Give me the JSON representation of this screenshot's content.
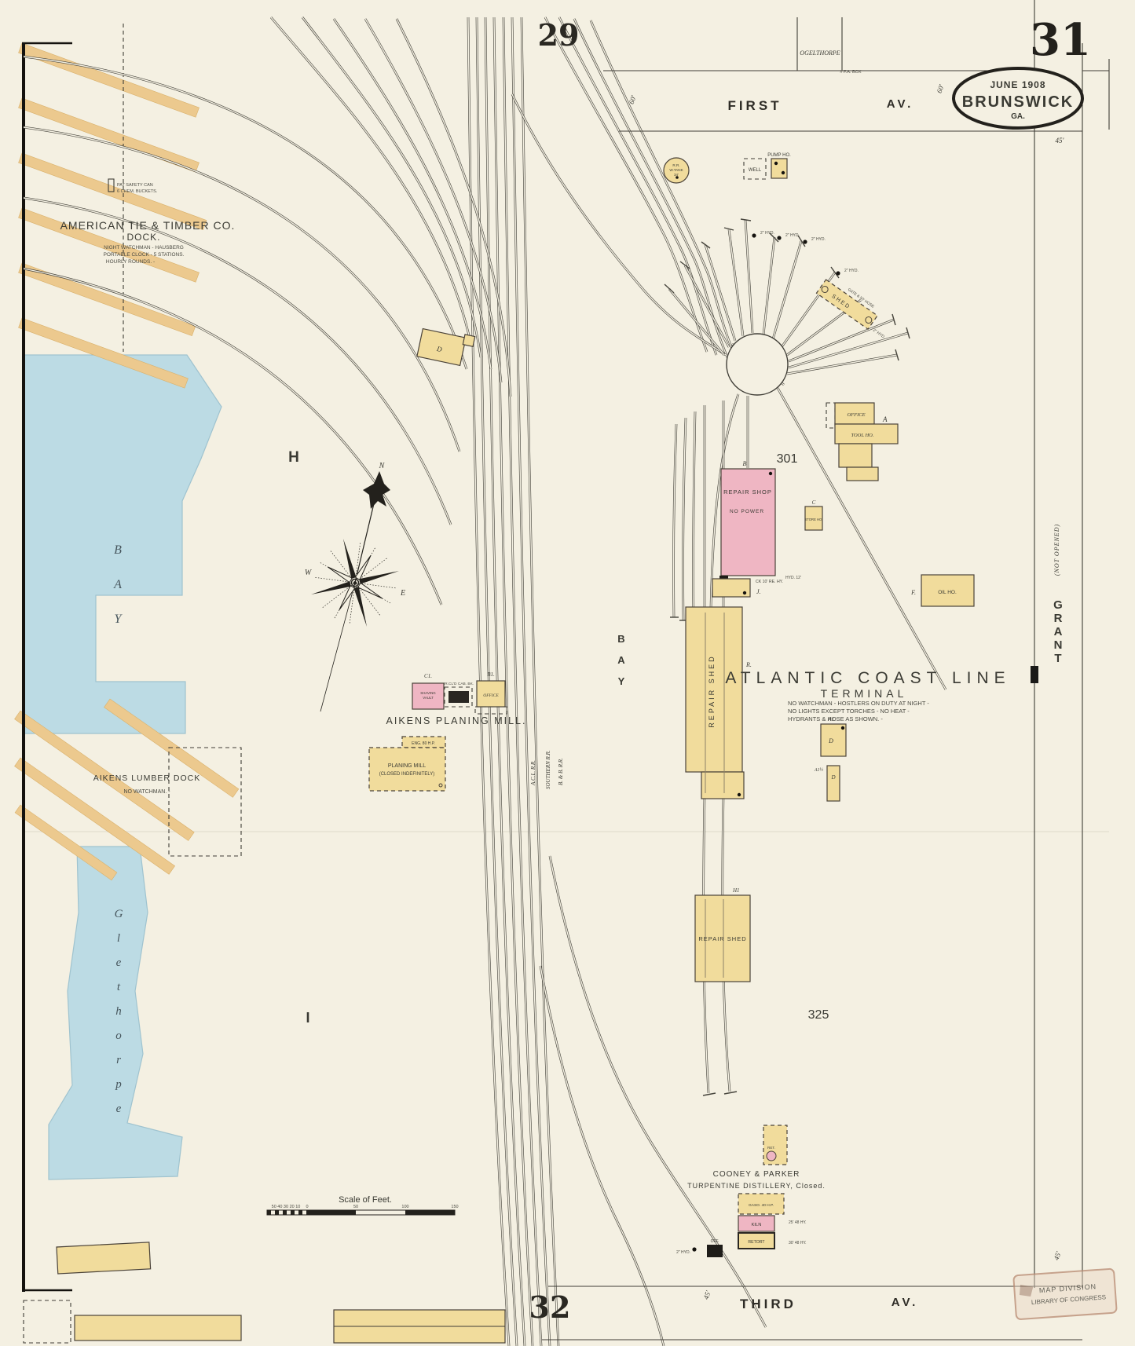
{
  "colors": {
    "paper": "#f4f0e2",
    "water": "#bcdbe4",
    "building_yellow": "#f1dc9c",
    "building_pink": "#efb6c3",
    "stripe_tan": "#ecc98e",
    "ink": "#3a3a33"
  },
  "sheet": {
    "number": "31",
    "prev_sheet": "29",
    "next_sheet": "32",
    "date": "JUNE 1908",
    "city": "BRUNSWICK",
    "state": "GA."
  },
  "streets": {
    "first": "FIRST",
    "first_av": "AV.",
    "third": "THIRD",
    "third_av": "AV.",
    "ogelthorpe": "OGELTHORPE",
    "grant": "GRANT",
    "grant_note": "(NOT OPENED)",
    "bay": "BAY",
    "fa_box": "# F.A. BOX",
    "w60": "60'",
    "w45": "45'"
  },
  "water": {
    "bay": "BAY",
    "creek": "Glethorpe"
  },
  "blocks": {
    "h": "H",
    "i": "I",
    "n301": "301",
    "n325": "325"
  },
  "american_tie": {
    "name": "AMERICAN TIE & TIMBER CO.",
    "name2": "DOCK.",
    "note1": "NIGHT WATCHMAN - HAUSBERG",
    "note2": "PORTABLE CLOCK - 5 STATIONS.",
    "note3": "HOURLY ROUNDS. -",
    "safety1": "PAT SAFETY CAN",
    "safety2": "6 CHEM. BUCKETS."
  },
  "aikens": {
    "lumber_dock": "AIKENS LUMBER DOCK",
    "lumber_note": "NO WATCHMAN. -",
    "planing_mill": "AIKENS PLANING MILL.",
    "c1": "C1.",
    "vault1": "SHAVING",
    "vault2": "VAULT",
    "cab": "IR.CL'D CAB. BK.",
    "b1": "B1.",
    "office": "OFFICE",
    "eng": "ENG. 80 H.P.",
    "mill": "PLANING MILL",
    "mill_closed": "(CLOSED INDEFINITELY)",
    "d": "D"
  },
  "acl": {
    "title": "ATLANTIC COAST LINE",
    "subtitle": "TERMINAL",
    "note1": "NO WATCHMAN - HOSTLERS ON DUTY AT NIGHT -",
    "note2": "NO LIGHTS EXCEPT TORCHES - NO HEAT -",
    "note3": "HYDRANTS & HOSE AS SHOWN. -",
    "office": "OFFICE",
    "tool_ho": "TOOL HO.",
    "a": "A",
    "repair_shop": "REPAIR SHOP",
    "no_power": "NO POWER",
    "b": "B",
    "c": "C",
    "store_ho": "STORE HO.",
    "ck_note": "CK 10' RE. HY.",
    "hyd_note": "HYD. 12'",
    "j": "J.",
    "f": "F.",
    "oil_ho": "OIL HO.",
    "repair_shed": "REPAIR SHED",
    "r": "R.",
    "a1": "A1",
    "a1_half": "A1½",
    "d": "D",
    "h1": "H1",
    "well": "WELL",
    "pump_ho": "PUMP HO.",
    "wtank_l1": "R.R.",
    "wtank_l2": "W.TANK",
    "wtank_l3": "34'",
    "shed": "SHED",
    "gate_note": "GATE & 50' HOSE",
    "hyd2": "2\" HYD."
  },
  "cooney": {
    "name": "COONEY & PARKER",
    "name2": "TURPENTINE DISTILLERY,  Closed.",
    "ret": "RET.",
    "gaso": "GASO. 40 H.P.",
    "kiln": "KILN",
    "retort": "RETORT",
    "off": "OFF.",
    "hy25": "25' 48 HY.",
    "hy30": "30' 48 HY."
  },
  "railroads": {
    "r1": "A.C.L. R.R.",
    "r2": "SOUTHERN R.R.",
    "r3": "B. & B. R.R."
  },
  "compass": {
    "n": "N",
    "w": "W",
    "e": "E"
  },
  "scale_bar": {
    "title": "Scale of Feet.",
    "minor": "50 40 30 20 10",
    "n0": "0",
    "n50": "50",
    "n100": "100",
    "n150": "150"
  },
  "stamp": {
    "line1": "MAP DIVISION",
    "line2": "LIBRARY OF CONGRESS"
  }
}
